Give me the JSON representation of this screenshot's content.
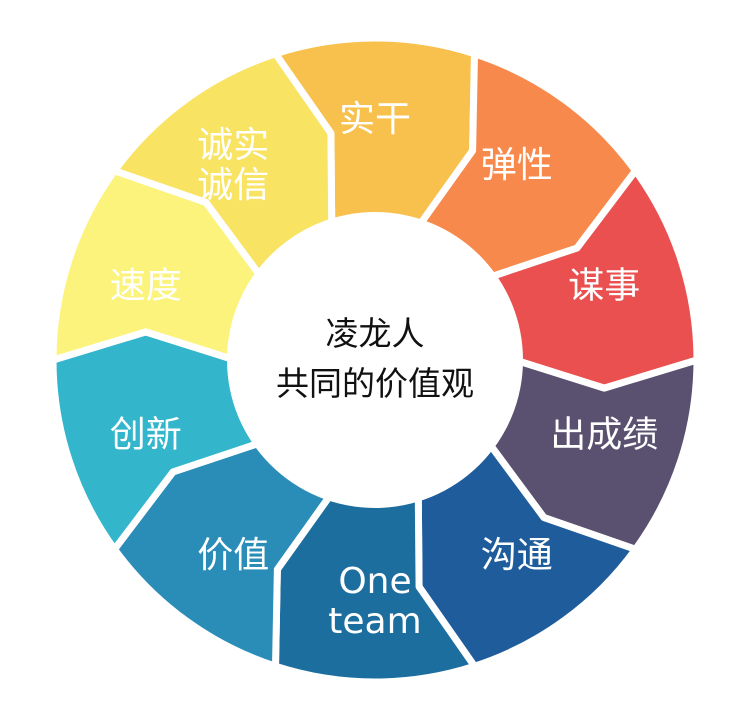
{
  "center": {
    "line1": "凌龙人",
    "line2": "共同的价值观"
  },
  "segments": [
    {
      "id": "shigan",
      "lines": [
        "实干"
      ],
      "color": "#F8C14D"
    },
    {
      "id": "tanxing",
      "lines": [
        "弹性"
      ],
      "color": "#F7894C"
    },
    {
      "id": "moushi",
      "lines": [
        "谋事"
      ],
      "color": "#E9504F"
    },
    {
      "id": "chuchengji",
      "lines": [
        "出成绩"
      ],
      "color": "#5A5070"
    },
    {
      "id": "goutong",
      "lines": [
        "沟通"
      ],
      "color": "#1F5C9C"
    },
    {
      "id": "one-team",
      "lines": [
        "One",
        "team"
      ],
      "color": "#1C6E9E"
    },
    {
      "id": "jiazhi",
      "lines": [
        "价值"
      ],
      "color": "#2A8DB8"
    },
    {
      "id": "chuangxin",
      "lines": [
        "创新"
      ],
      "color": "#33B6CC"
    },
    {
      "id": "sudu",
      "lines": [
        "速度"
      ],
      "color": "#FBF37C"
    },
    {
      "id": "chengshi-chengxin",
      "lines": [
        "诚实",
        "诚信"
      ],
      "color": "#F8E362"
    }
  ]
}
